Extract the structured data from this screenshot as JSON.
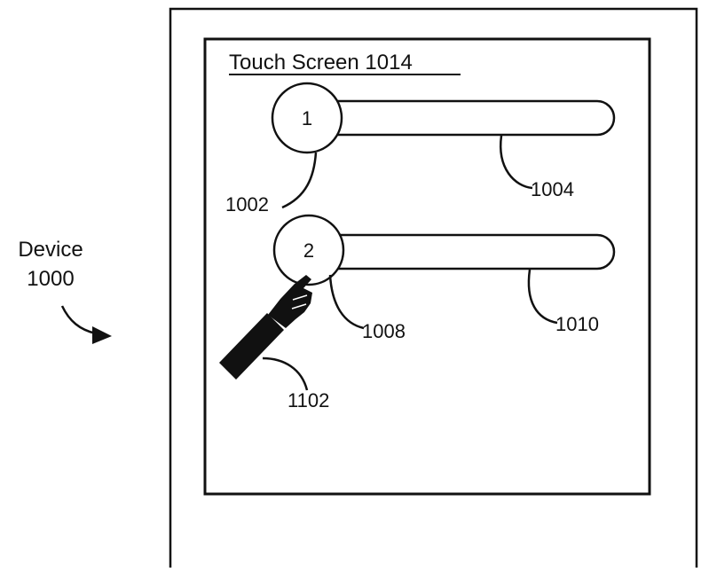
{
  "device": {
    "label_line1": "Device",
    "label_line2": "1000"
  },
  "touch_screen": {
    "title": "Touch Screen 1014"
  },
  "sliders": [
    {
      "number": "1",
      "knob_ref": "1002",
      "track_ref": "1004"
    },
    {
      "number": "2",
      "knob_ref": "1008",
      "track_ref": "1010"
    }
  ],
  "finger": {
    "ref": "1102"
  },
  "colors": {
    "line": "#111111",
    "fill": "#ffffff",
    "finger": "#111111"
  }
}
